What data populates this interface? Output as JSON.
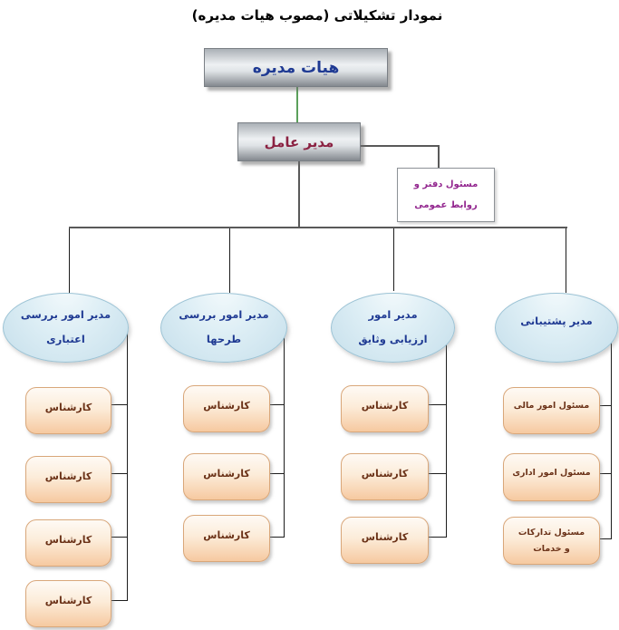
{
  "title": "نمودار تشکیلاتی (مصوب هیات مدیره)",
  "nodes": {
    "board": {
      "label": "هیات مدیره"
    },
    "ceo": {
      "label": "مدیر عامل"
    },
    "office": {
      "line1": "مسئول دفتر و",
      "line2": "روابط عمومی"
    },
    "managers": [
      {
        "line1": "مدیر امور بررسی",
        "line2": "اعتباری"
      },
      {
        "line1": "مدیر امور بررسی",
        "line2": "طرحها"
      },
      {
        "line1": "مدیر امور",
        "line2": "ارزیابی وثایق"
      },
      {
        "line1": "مدیر پشتیبانی",
        "line2": ""
      }
    ],
    "expert": {
      "label": "کارشناس"
    },
    "support": [
      {
        "line1": "مسئول امور مالی",
        "line2": ""
      },
      {
        "line1": "مسئول امور اداری",
        "line2": ""
      },
      {
        "line1": "مسئول تدارکات",
        "line2": "و خدمات"
      }
    ]
  },
  "colors": {
    "board_text": "#1f3a93",
    "ceo_text": "#8b2242",
    "office_text": "#93278f",
    "manager_text": "#1f3a93",
    "expert_text": "#6b3218",
    "ellipse_border": "#9cc3d5",
    "expert_border": "#d9a77a",
    "line_gray": "#595959",
    "line_dark": "#1c1c1c",
    "line_green": "#5ba05b"
  }
}
